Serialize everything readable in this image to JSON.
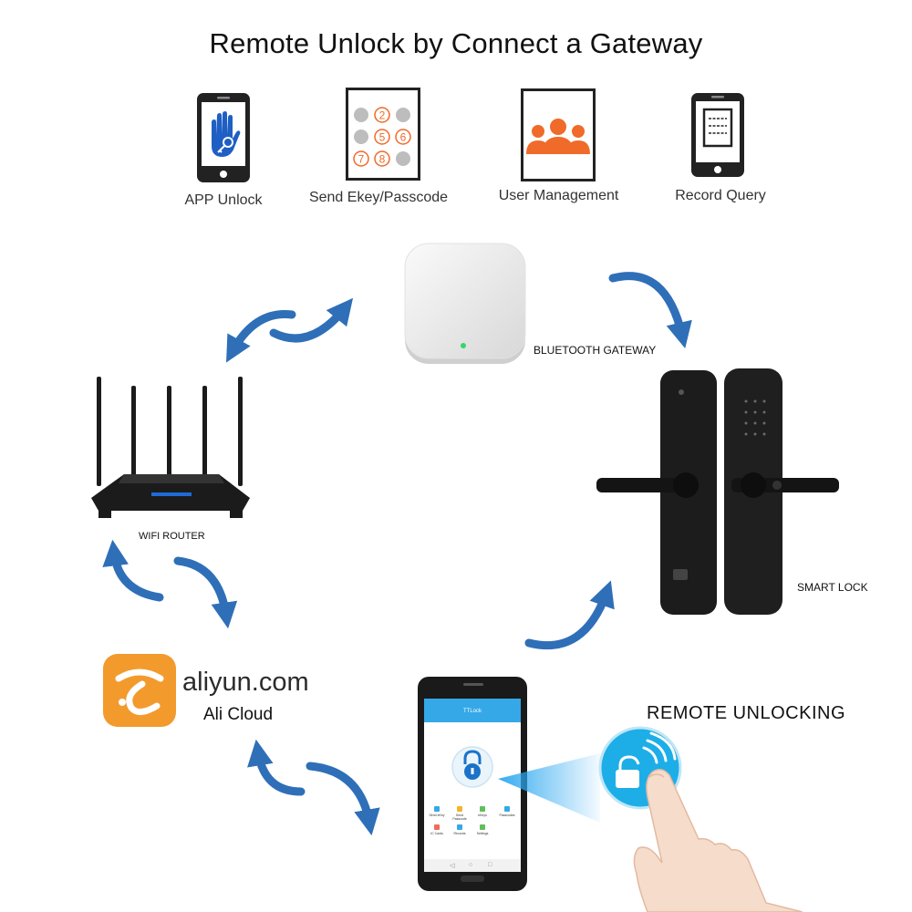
{
  "title": "Remote Unlock by Connect a Gateway",
  "features": [
    {
      "label": "APP Unlock",
      "icon": "phone-hand-key-icon"
    },
    {
      "label": "Send Ekey/Passcode",
      "icon": "keypad-icon",
      "keys": [
        "2",
        "5",
        "6",
        "7",
        "8"
      ]
    },
    {
      "label": "User Management",
      "icon": "users-icon"
    },
    {
      "label": "Record Query",
      "icon": "phone-document-icon"
    }
  ],
  "nodes": {
    "gateway": {
      "label": "BLUETOOTH GATEWAY"
    },
    "router": {
      "label": "WIFI ROUTER"
    },
    "lock": {
      "label": "SMART LOCK"
    },
    "cloud": {
      "brand": "aliyun.com",
      "label": "Ali Cloud"
    },
    "app": {
      "header": "TTLock",
      "menu": [
        "Send eKey",
        "Send Passcode",
        "eKeys",
        "Passcodes",
        "IC Cards",
        "Records",
        "Settings"
      ]
    },
    "remote": {
      "label": "REMOTE UNLOCKING"
    }
  },
  "colors": {
    "arrow": "#2f6fb8",
    "orange": "#f06a2a",
    "app_blue": "#35a8e8",
    "aliyun": "#f39a2d"
  }
}
